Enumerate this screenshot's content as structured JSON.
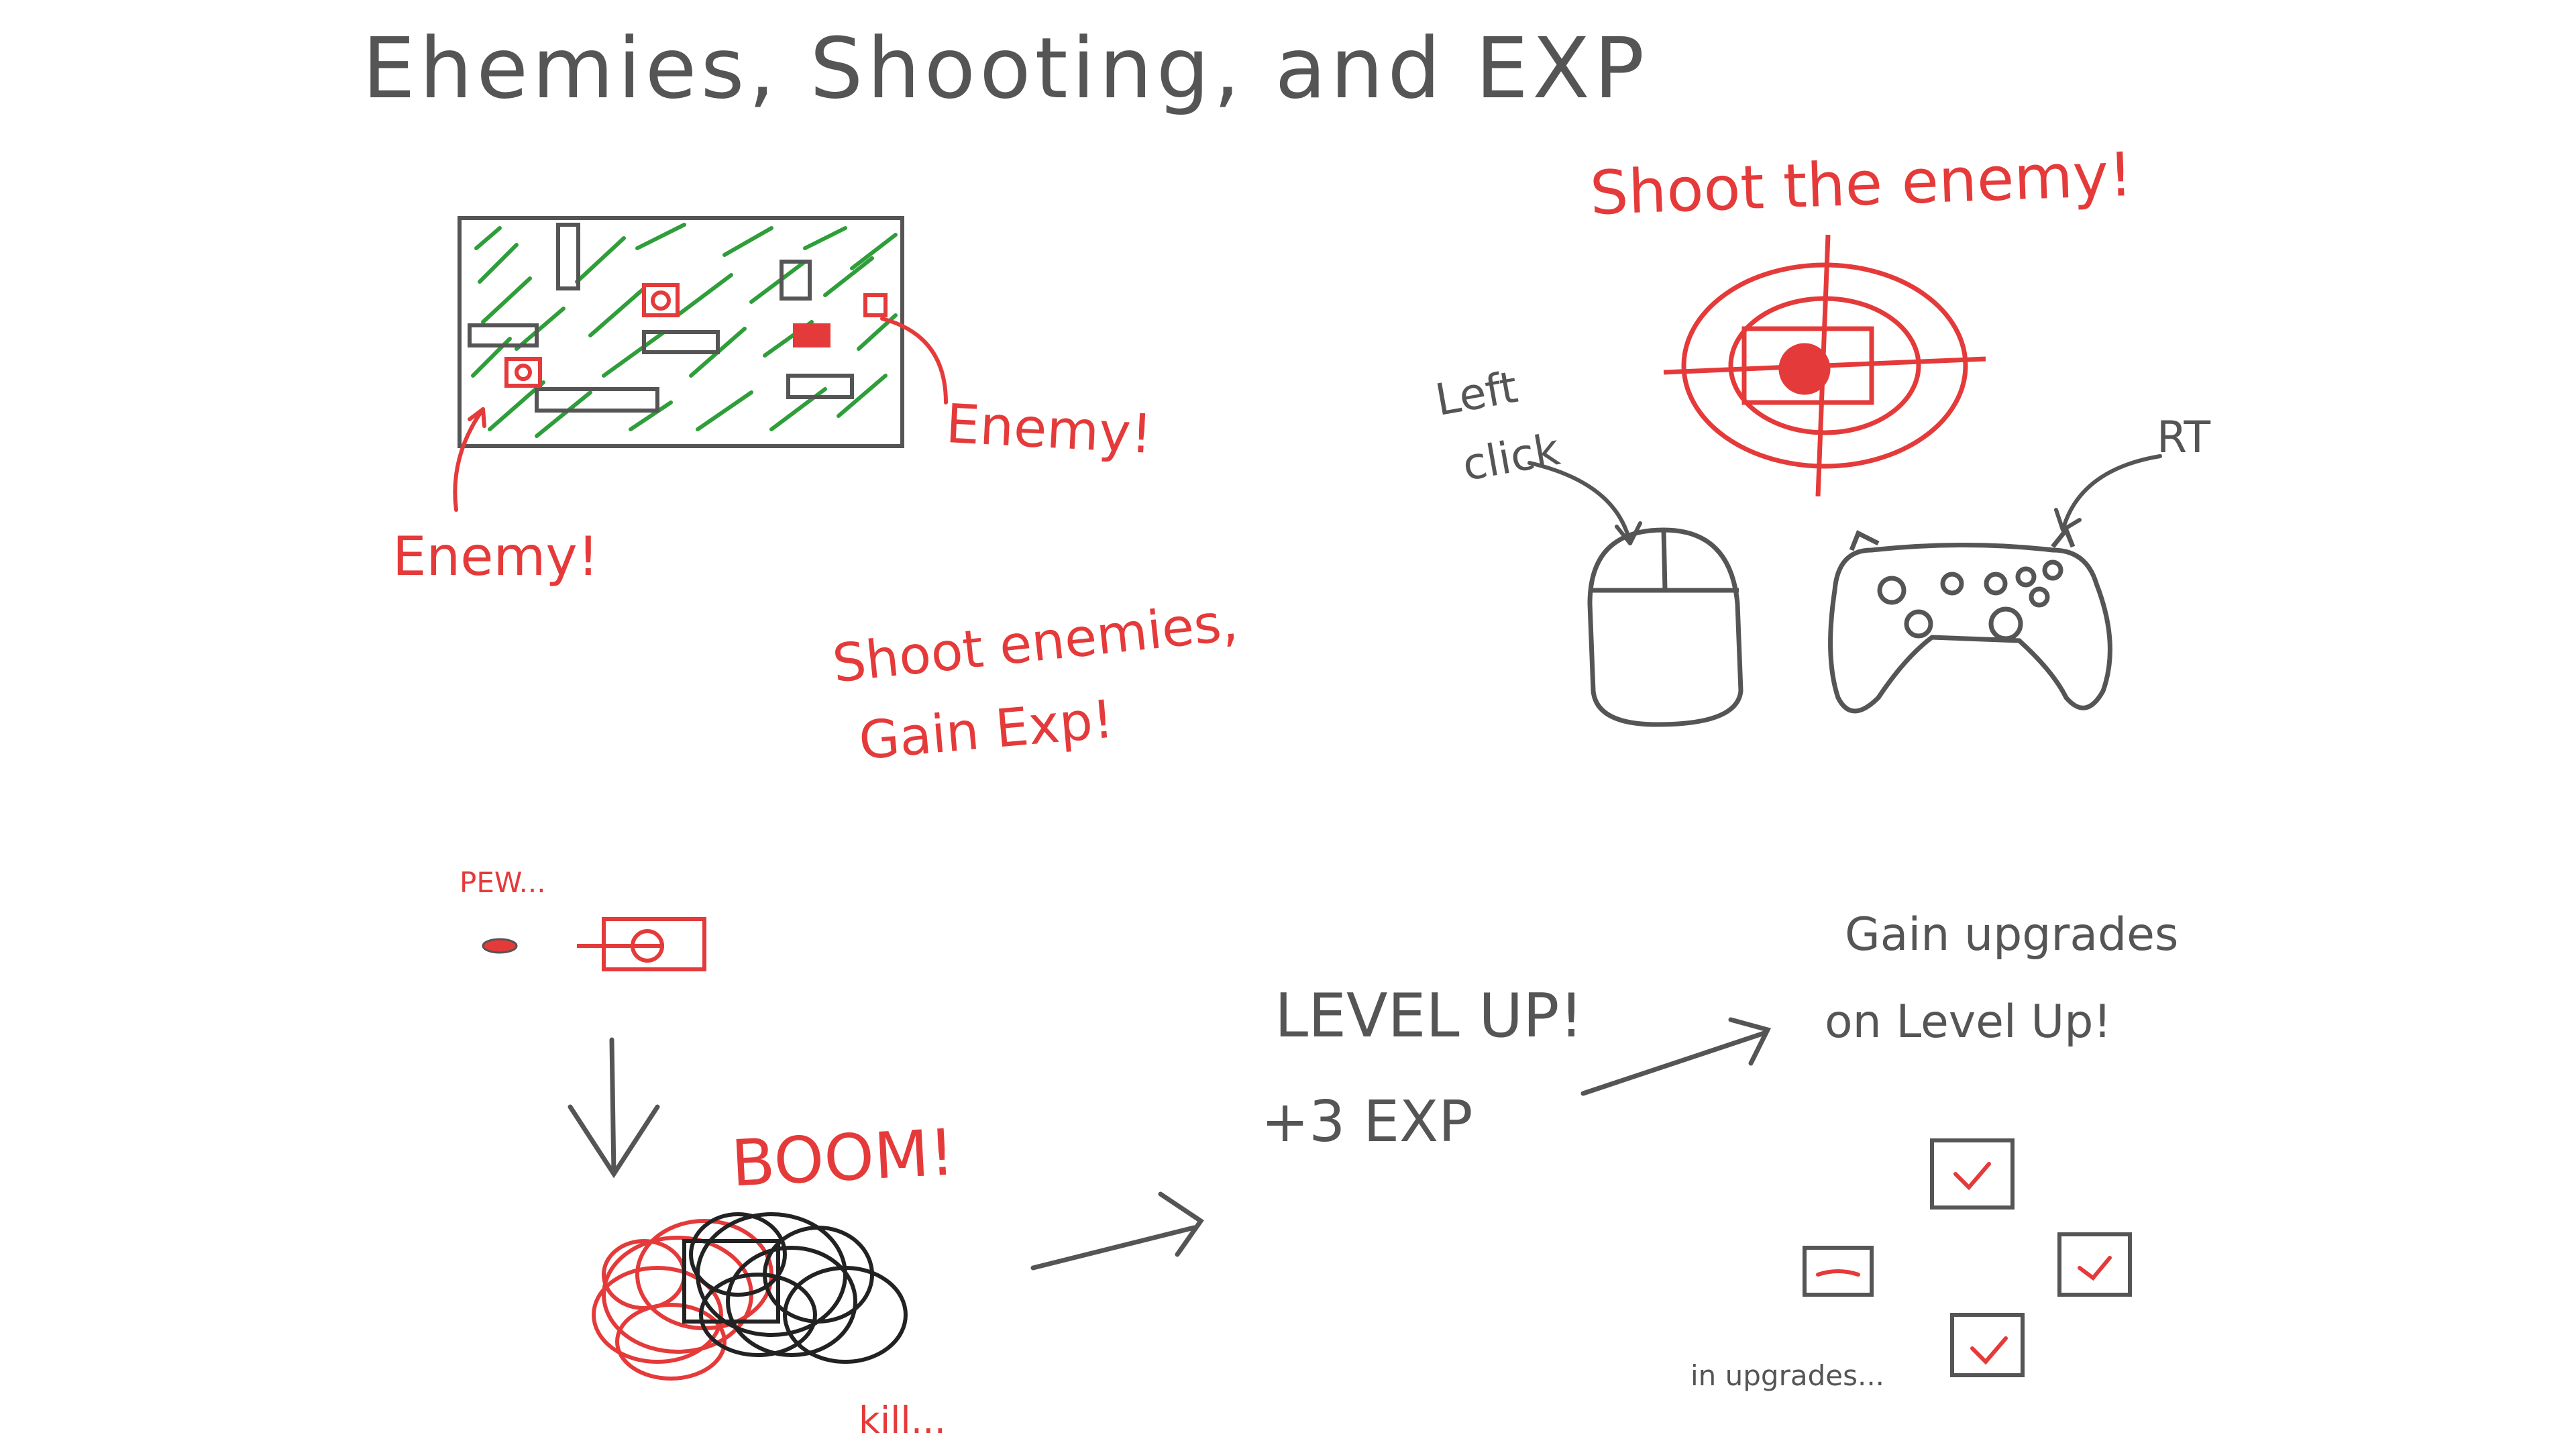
{
  "title": "Ehemies, Shooting, and EXP",
  "labels": {
    "enemy_right": "Enemy!",
    "enemy_left": "Enemy!",
    "shoot_gain": [
      "Shoot enemies,",
      "Gain Exp!"
    ],
    "shoot_the_enemy": "Shoot the enemy!",
    "left_click": [
      "Left",
      "click"
    ],
    "rt": "RT",
    "pew": "PEW...",
    "boom": "BOOM!",
    "kill": "kill...",
    "level_up": "LEVEL UP!",
    "plus_exp": "+3 EXP",
    "gain_upgrades": [
      "Gain upgrades",
      "on Level Up!"
    ],
    "in_upgrades": "in upgrades..."
  },
  "colors": {
    "ink_gray": "#555555",
    "ink_red": "#e53a3a",
    "grass": "#2f9e3a",
    "paper": "#ffffff"
  },
  "icons": [
    "mouse-icon",
    "gamepad-icon",
    "crosshair-icon",
    "checkbox-icon"
  ]
}
